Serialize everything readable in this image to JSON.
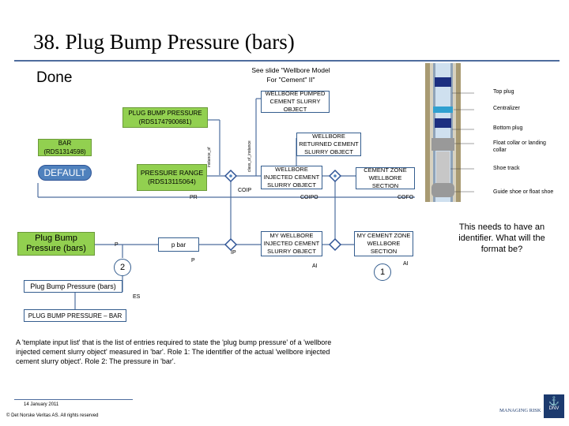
{
  "slide": {
    "title": "38. Plug Bump Pressure (bars)",
    "status": "Done",
    "see_slide_note": "See slide \"Wellbore Model For \"Cement\" II\"",
    "side_note": "This needs to have an identifier. What will the format be?",
    "description": "A 'template input list' that is the list of entries required to state the 'plug bump pressure' of a 'wellbore injected cement slurry object' measured in 'bar'. Role 1: The identifier of the actual 'wellbore injected cement slurry object'. Role 2: The pressure in 'bar'.",
    "footer_date": "14 January 2011",
    "footer_copyright": "© Det Norske Veritas AS. All rights reserved",
    "logo_text": "DNV",
    "managing_risk": "MANAGING RISK"
  },
  "diagram": {
    "top_green": "PLUG BUMP PRESSURE (RDS1747900681)",
    "bar_box": "BAR (RDS1314598)",
    "default_box": "DEFAULT",
    "pressure_range_box": "PRESSURE RANGE (RDS13115064)",
    "wellbore_pumped": "WELLBORE PUMPED CEMENT SLURRY OBJECT",
    "wellbore_returned": "WELLBORE RETURNED CEMENT SLURRY OBJECT",
    "wellbore_injected": "WELLBORE INJECTED CEMENT SLURRY OBJECT",
    "cement_zone": "CEMENT ZONE WELLBORE SECTION",
    "vertical_label_1": "instance_of",
    "vertical_label_2": "class_of_instance",
    "pr": "PR",
    "coip": "COIP",
    "coipo": "COIPO",
    "cofo": "COFO",
    "plug_bump_green": "Plug Bump Pressure (bars)",
    "p_label": "P",
    "pbar_box": "p bar",
    "p_small": "P",
    "ip": "IP",
    "my_wellbore": "MY WELLBORE INJECTED CEMENT SLURRY OBJECT",
    "my_cement_zone": "MY CEMENT ZONE WELLBORE SECTION",
    "ai_1": "AI",
    "ai_2": "AI",
    "circle_2": "2",
    "circle_1": "1",
    "pbp_box": "Plug Bump Pressure (bars)",
    "es": "ES",
    "plug_bump_bar": "PLUG BUMP PRESSURE – BAR"
  },
  "wellbore_image": {
    "labels": [
      "Top plug",
      "Centralizer",
      "Bottom plug",
      "Float collar or landing collar",
      "Shoe track",
      "Guide shoe or float shoe"
    ]
  },
  "colors": {
    "accent": "#4e6d9e",
    "green": "#92d050",
    "blue": "#4f81bd"
  }
}
